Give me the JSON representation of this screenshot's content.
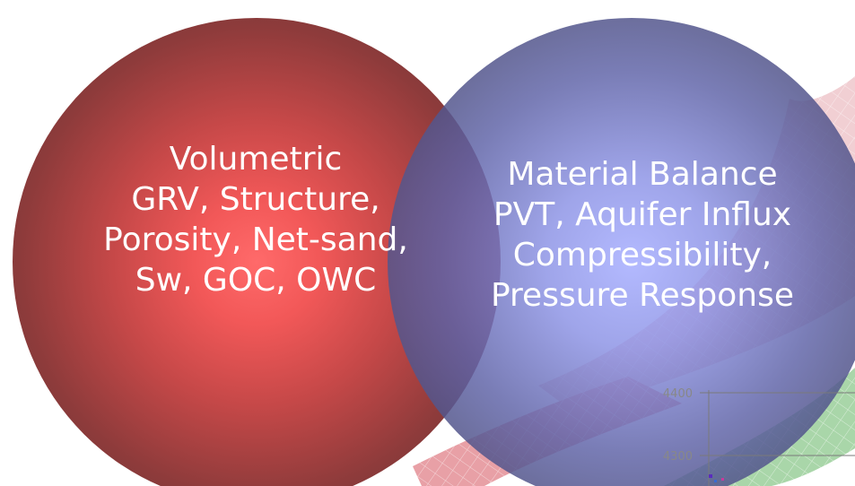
{
  "left_circle": {
    "title": "Volumetric",
    "lines": [
      "GRV, Structure,",
      "Porosity, Net-sand,",
      "Sw, GOC, OWC"
    ],
    "color": "#f25858"
  },
  "right_circle": {
    "title": "Material Balance",
    "lines": [
      "PVT, Aquifer Influx",
      "Compressibility,",
      "Pressure Response"
    ],
    "color": "#878ee4"
  },
  "inset_chart": {
    "y_ticks": [
      "4400",
      "4300"
    ]
  }
}
